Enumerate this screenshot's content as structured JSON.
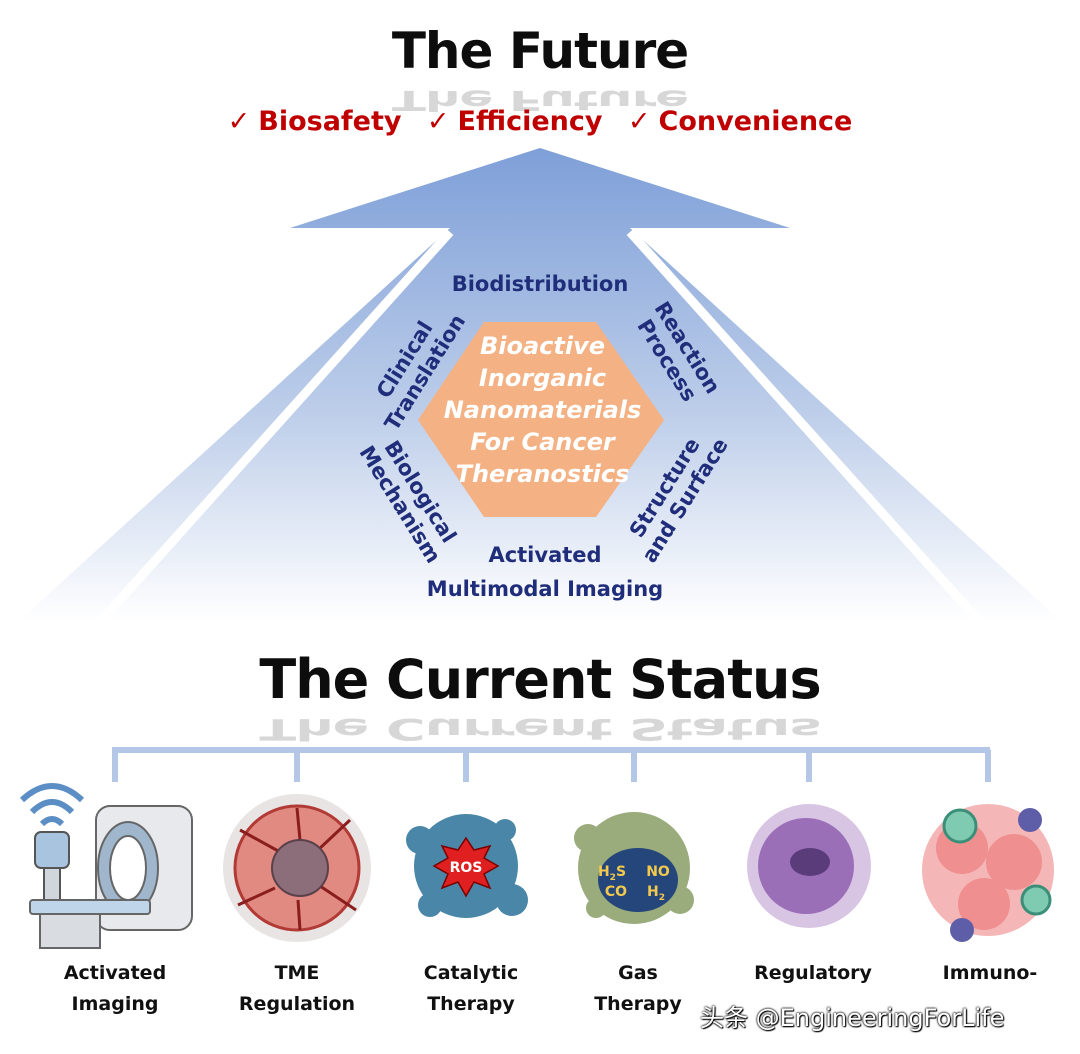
{
  "future": {
    "title": "The Future",
    "benefits": [
      {
        "check": "✓",
        "label": "Biosafety"
      },
      {
        "check": "✓",
        "label": "Efficiency"
      },
      {
        "check": "✓",
        "label": "Convenience"
      }
    ]
  },
  "hexagon": {
    "center_lines": [
      "Bioactive",
      "Inorganic",
      "Nanomaterials",
      "For Cancer",
      "Theranostics"
    ],
    "aspects": {
      "biodistribution": "Biodistribution",
      "reaction_process": [
        "Reaction",
        "Process"
      ],
      "structure_surface": [
        "Structure",
        "and Surface"
      ],
      "activated_imaging": [
        "Activated",
        "Multimodal Imaging"
      ],
      "biological_mechanism": [
        "Biological",
        "Mechanism"
      ],
      "clinical_translation": [
        "Clinical",
        "Translation"
      ]
    }
  },
  "current": {
    "title": "The Current Status",
    "items": [
      {
        "label": [
          "Activated",
          "Imaging"
        ]
      },
      {
        "label": [
          "TME",
          "Regulation"
        ]
      },
      {
        "label": [
          "Catalytic",
          "Therapy"
        ]
      },
      {
        "label": [
          "Gas",
          "Therapy"
        ]
      },
      {
        "label": [
          "Regulatory",
          ""
        ]
      },
      {
        "label": [
          "Immuno-",
          ""
        ]
      }
    ],
    "badges": {
      "ros": "ROS",
      "gas_h2s": "H",
      "gas_h2s_sub": "2",
      "gas_h2s_tail": "S",
      "gas_no": "NO",
      "gas_co": "CO",
      "gas_h2": "H",
      "gas_h2_sub": "2"
    }
  },
  "watermark": "头条 @EngineeringForLife",
  "colors": {
    "arrow_top": "#7e9fd8",
    "arrow_bottom": "#ffffff",
    "hexagon": "#f4b183",
    "aspect_text": "#1f2d7a",
    "benefit_text": "#c00000",
    "bracket": "#b4c7e7"
  }
}
